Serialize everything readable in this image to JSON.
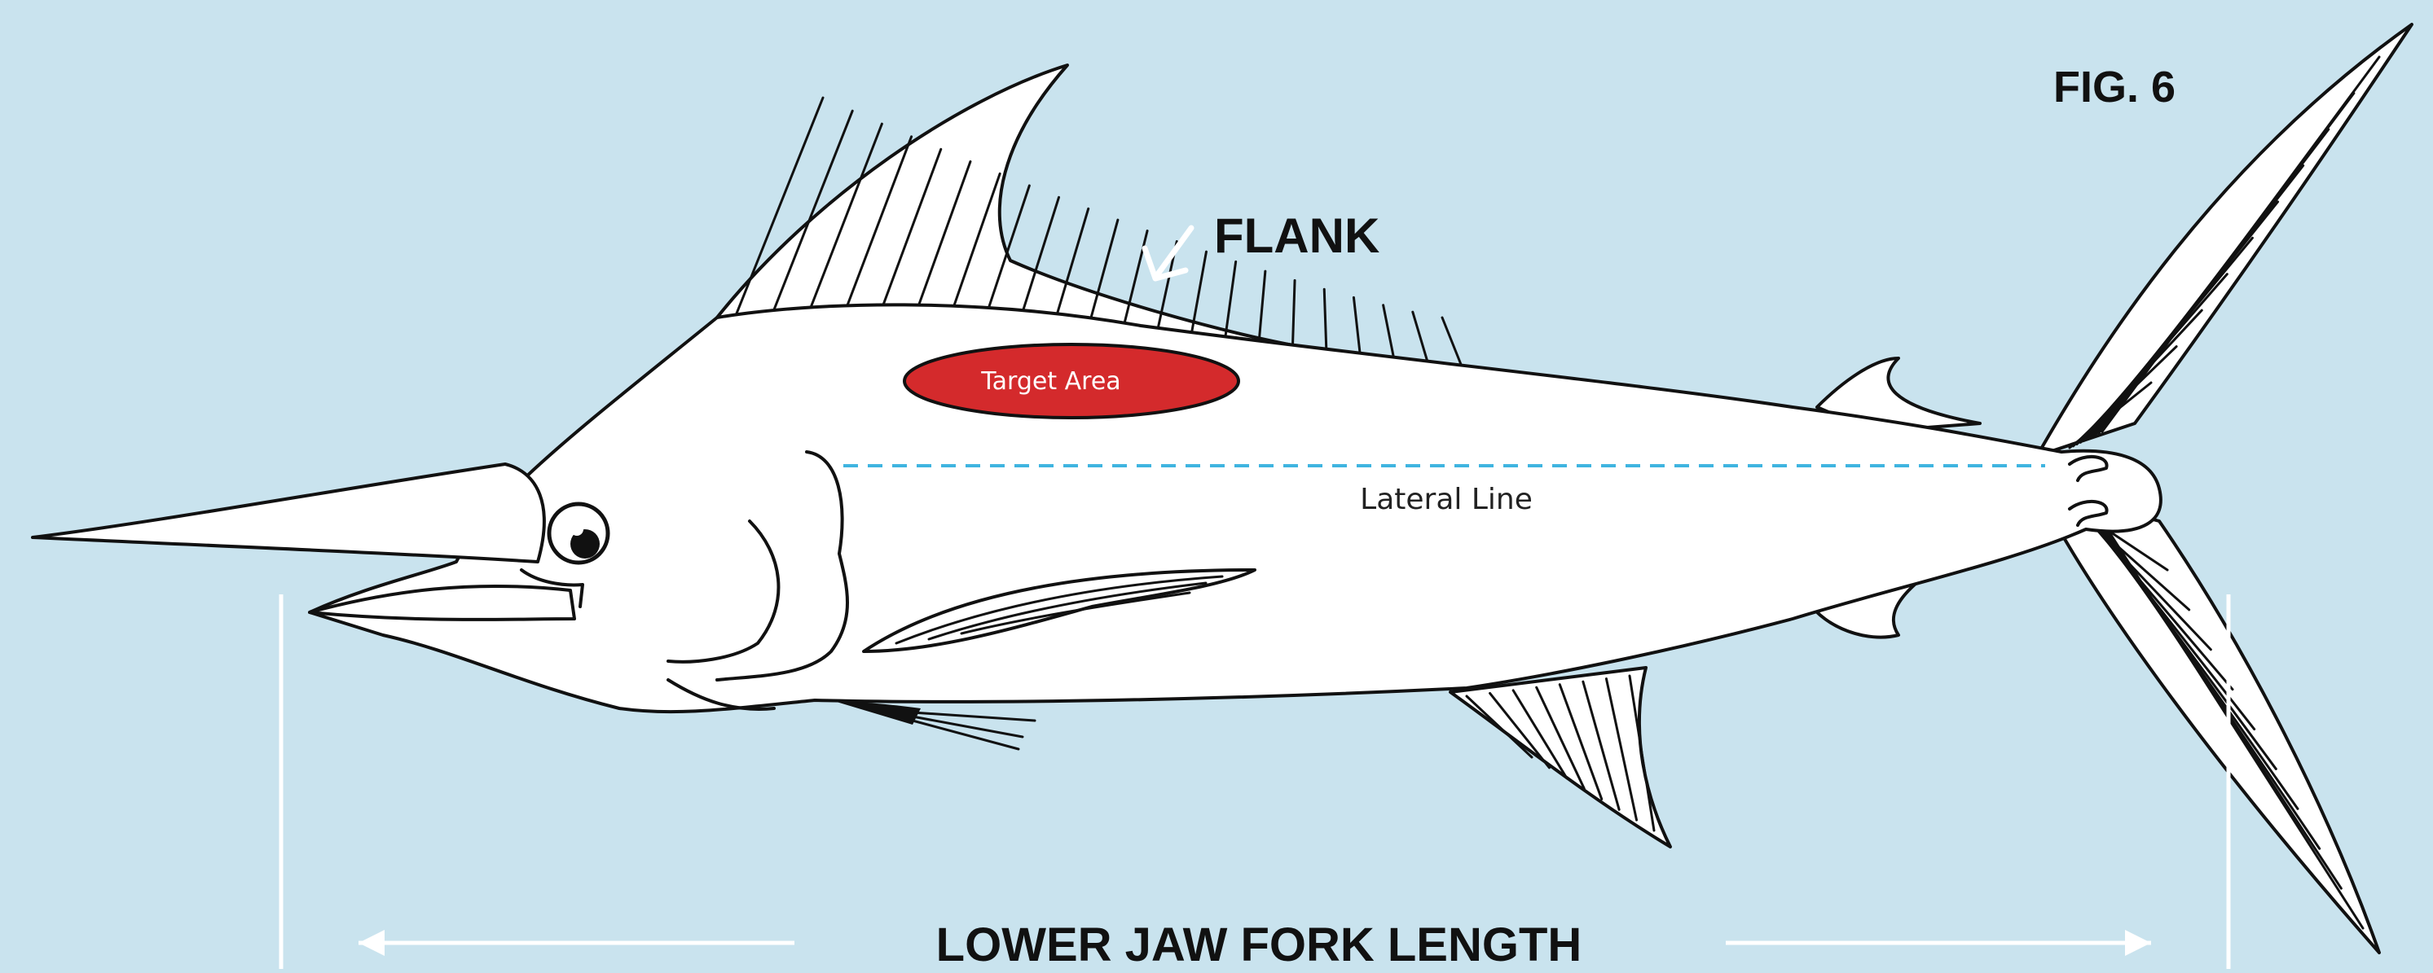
{
  "figure": {
    "fig_label": "FIG. 6",
    "flank_label": "FLANK",
    "target_area_label": "Target Area",
    "lateral_line_label": "Lateral Line",
    "measurement_label": "LOWER JAW FORK LENGTH"
  },
  "colors": {
    "background": "#c9e3ee",
    "target_area": "#d42a2c",
    "lateral_line": "#3fb4e0",
    "measurement_lines": "#ffffff",
    "fish_outline": "#111111",
    "fish_fill": "#ffffff"
  },
  "icons": [
    "marlin-illustration",
    "flank-arrow-icon",
    "measurement-arrows"
  ]
}
